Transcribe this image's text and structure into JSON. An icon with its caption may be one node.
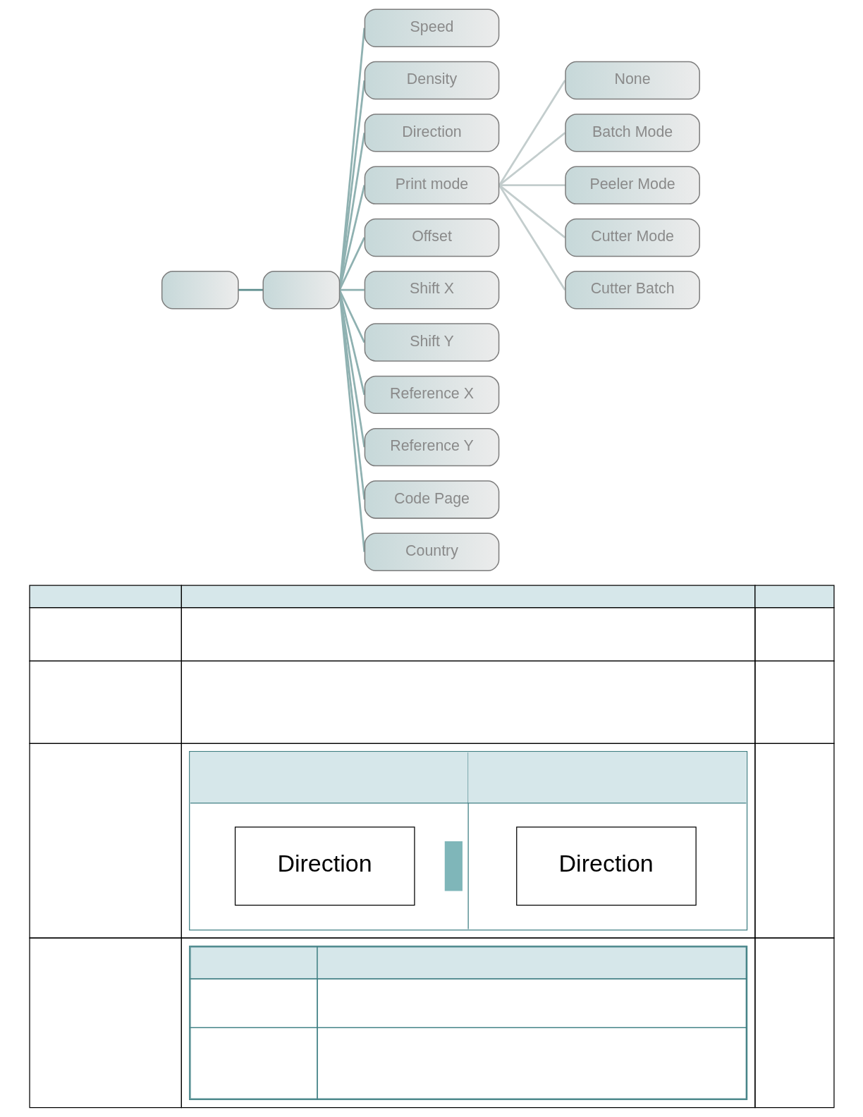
{
  "diagram": {
    "nodes": [
      {
        "text": [],
        "shape": "box"
      },
      {
        "text": [],
        "shape": "box"
      },
      {
        "text": [
          "Speed"
        ]
      },
      {
        "text": [
          "Density"
        ]
      },
      {
        "text": [
          "Direction"
        ]
      },
      {
        "text": [
          "Print mode"
        ]
      },
      {
        "text": [
          "Offset"
        ]
      },
      {
        "text": [
          "Shift X"
        ]
      },
      {
        "text": [
          "Shift Y"
        ]
      },
      {
        "text": [
          "Reference X"
        ]
      },
      {
        "text": [
          "Reference Y"
        ]
      },
      {
        "text": [
          "Code Page"
        ]
      },
      {
        "text": [
          "Country"
        ]
      },
      {
        "text": [
          "None"
        ]
      },
      {
        "text": [
          "Batch Mode"
        ]
      },
      {
        "text": [
          "Peeler Mode"
        ]
      },
      {
        "text": [
          "Cutter Mode"
        ]
      },
      {
        "text": [
          "Cutter Batch"
        ]
      }
    ],
    "edges": [
      {
        "from": 0,
        "to": 1,
        "arrow": "none",
        "color": "#5e8e8e"
      },
      {
        "from": 1,
        "to": 2,
        "arrow": "none"
      },
      {
        "from": 1,
        "to": 3,
        "arrow": "none"
      },
      {
        "from": 1,
        "to": 4,
        "arrow": "none"
      },
      {
        "from": 1,
        "to": 5,
        "arrow": "none"
      },
      {
        "from": 1,
        "to": 6,
        "arrow": "none"
      },
      {
        "from": 1,
        "to": 7,
        "arrow": "none"
      },
      {
        "from": 1,
        "to": 8,
        "arrow": "none"
      },
      {
        "from": 1,
        "to": 9,
        "arrow": "none"
      },
      {
        "from": 1,
        "to": 10,
        "arrow": "none"
      },
      {
        "from": 1,
        "to": 11,
        "arrow": "none"
      },
      {
        "from": 1,
        "to": 12,
        "arrow": "none"
      },
      {
        "from": 5,
        "to": 13,
        "arrow": "none",
        "color": "#c3cdcd"
      },
      {
        "from": 5,
        "to": 14,
        "arrow": "none",
        "color": "#c3cdcd"
      },
      {
        "from": 5,
        "to": 15,
        "arrow": "none",
        "color": "#c3cdcd"
      },
      {
        "from": 5,
        "to": 16,
        "arrow": "none",
        "color": "#c3cdcd"
      },
      {
        "from": 5,
        "to": 17,
        "arrow": "none",
        "color": "#c3cdcd"
      }
    ],
    "labels": [
      "Direction",
      "Direction"
    ]
  }
}
